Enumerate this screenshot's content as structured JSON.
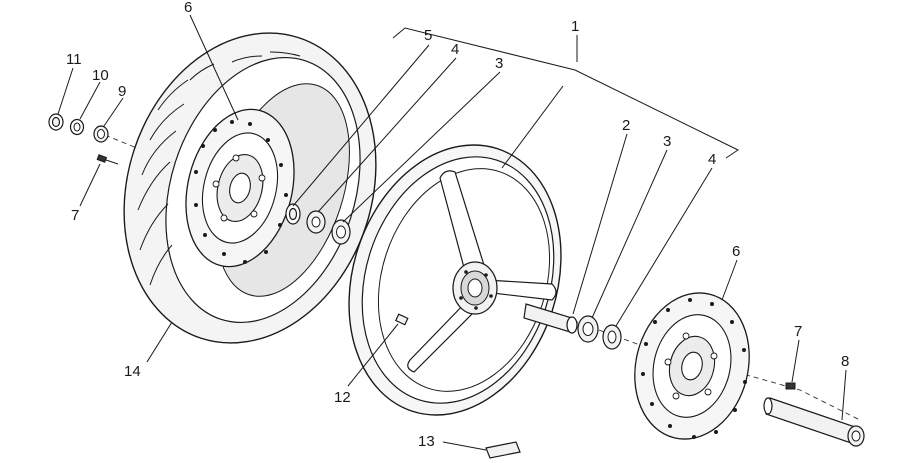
{
  "callouts": {
    "c1": "1",
    "c2": "2",
    "c3a": "3",
    "c3b": "3",
    "c4a": "4",
    "c4b": "4",
    "c5": "5",
    "c6a": "6",
    "c6b": "6",
    "c7a": "7",
    "c7b": "7",
    "c8": "8",
    "c9": "9",
    "c10": "10",
    "c11": "11",
    "c12": "12",
    "c13": "13",
    "c14": "14"
  },
  "colors": {
    "line": "#1a1a1a",
    "shade": "#e6e6e6",
    "background": "#ffffff"
  },
  "icons": {
    "tyre": "tyre-icon",
    "rim": "wheel-rim-icon",
    "brake_disc": "brake-disc-icon",
    "axle": "axle-icon",
    "bearing": "bearing-icon",
    "spacer": "spacer-icon",
    "seal": "seal-icon",
    "screw": "screw-icon",
    "valve": "valve-icon",
    "balance_weight": "balance-weight-icon"
  }
}
